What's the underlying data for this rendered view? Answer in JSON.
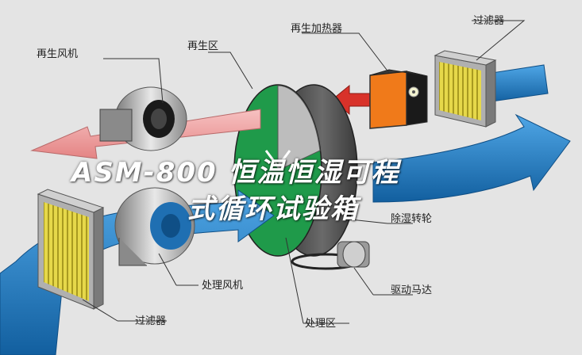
{
  "labels": {
    "regen_fan": "再生风机",
    "regen_zone": "再生区",
    "regen_heater": "再生加热器",
    "filter_top": "过滤器",
    "dehum_wheel": "除湿转轮",
    "process_fan": "处理风机",
    "drive_motor": "驱动马达",
    "process_zone": "处理区",
    "filter_bottom": "过滤器"
  },
  "watermark": {
    "line1": "ASM-800    恒温恒湿可程",
    "line2": "式循环试验箱"
  },
  "colors": {
    "background": "#e4e4e4",
    "process_air": "#1e7ec8",
    "regen_air": "#f2a0a0",
    "heater_arrow": "#d8322a",
    "process_zone": "#1f9a4a",
    "heater_body": "#f07a1a",
    "filter_media": "#e6d84a"
  }
}
